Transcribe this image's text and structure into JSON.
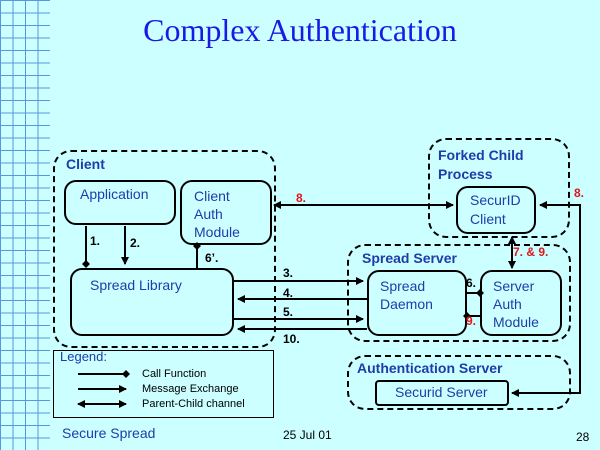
{
  "title": "Complex Authentication",
  "groups": {
    "client": "Client",
    "forked": "Forked Child Process",
    "spread_server": "Spread Server",
    "auth_server": "Authentication Server"
  },
  "boxes": {
    "application": "Application",
    "client_auth": "Client Auth Module",
    "spread_library": "Spread Library",
    "securid_client": "SecurID Client",
    "spread_daemon": "Spread Daemon",
    "server_auth": "Server Auth Module",
    "securid_server": "Securid Server"
  },
  "labels": {
    "l1": "1.",
    "l2": "2.",
    "l6p": "6’.",
    "l3": "3.",
    "l4": "4.",
    "l5": "5.",
    "l10": "10.",
    "l6": "6.",
    "l9": "9.",
    "l8a": "8.",
    "l8b": "8.",
    "l79": "7. & 9."
  },
  "legend": {
    "title": "Legend:",
    "items": [
      "Call Function",
      "Message Exchange",
      "Parent-Child channel"
    ]
  },
  "footer": {
    "left": "Secure Spread",
    "center": "25 Jul 01",
    "right": "28"
  }
}
